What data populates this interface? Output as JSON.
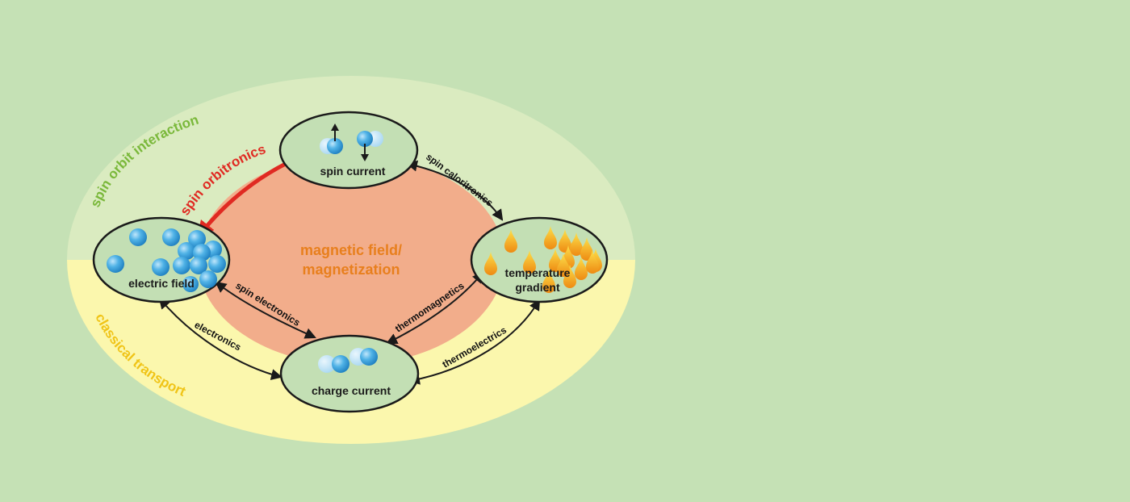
{
  "colors": {
    "background": "#c5e1b5",
    "outer_top": "#daebc0",
    "outer_bottom": "#fbf7ad",
    "center_region": "#f2ad8b",
    "node_fill": "#c3dfb4",
    "spin_orbit_text": "#7ab83a",
    "classical_text": "#f0c417",
    "center_text": "#e87f1d",
    "spin_orbitronics": "#e02a22",
    "arrow": "#1a1a1a",
    "electron": "#3fa4dc",
    "flame": "#f0a020"
  },
  "regions": {
    "spin_orbit_interaction": "spin orbit interaction",
    "classical_transport": "classical transport",
    "center_line1": "magnetic field/",
    "center_line2": "magnetization"
  },
  "nodes": {
    "spin_current": "spin current",
    "electric_field": "electric field",
    "temperature_gradient_line1": "temperature",
    "temperature_gradient_line2": "gradient",
    "charge_current": "charge current"
  },
  "edges": {
    "spin_orbitronics": "spin orbitronics",
    "spin_caloritronics": "spin caloritronics",
    "spin_electronics": "spin electronics",
    "thermomagnetics": "thermomagnetics",
    "electronics": "electronics",
    "thermoelectrics": "thermoelectrics"
  },
  "icons": {
    "electron": "electron-sphere-icon",
    "spin_arrow": "spin-arrow-icon",
    "flame": "flame-icon"
  }
}
